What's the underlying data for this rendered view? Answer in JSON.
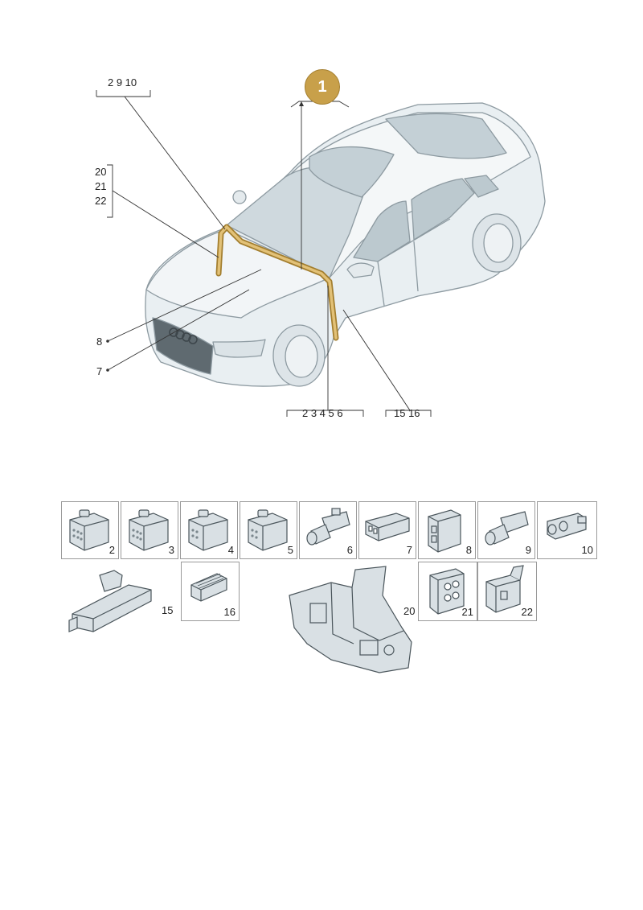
{
  "callout": {
    "badge": "1"
  },
  "labels": {
    "top_left_group": "2  9  10",
    "side_group": [
      "20",
      "21",
      "22"
    ],
    "item_8": "8",
    "item_7": "7",
    "bottom_group_a": "2  3  4  5  6",
    "bottom_group_b": "15  16"
  },
  "parts": [
    {
      "num": "2",
      "icon": "connector-housing-icon"
    },
    {
      "num": "3",
      "icon": "connector-housing-icon"
    },
    {
      "num": "4",
      "icon": "connector-housing-icon"
    },
    {
      "num": "5",
      "icon": "connector-housing-icon"
    },
    {
      "num": "6",
      "icon": "plug-connector-icon"
    },
    {
      "num": "7",
      "icon": "flat-connector-icon"
    },
    {
      "num": "8",
      "icon": "bracket-connector-icon"
    },
    {
      "num": "9",
      "icon": "plug-connector-icon"
    },
    {
      "num": "10",
      "icon": "twin-plug-icon"
    },
    {
      "num": "15",
      "icon": "holder-rail-icon"
    },
    {
      "num": "16",
      "icon": "contact-block-icon"
    },
    {
      "num": "20",
      "icon": "mounting-bracket-icon"
    },
    {
      "num": "21",
      "icon": "socket-housing-icon"
    },
    {
      "num": "22",
      "icon": "bracket-clip-icon"
    }
  ],
  "colors": {
    "harness": "#c8a04a",
    "car_fill": "#e9eff2",
    "car_stroke": "#8d9aa1",
    "part_fill": "#d9e0e4"
  }
}
